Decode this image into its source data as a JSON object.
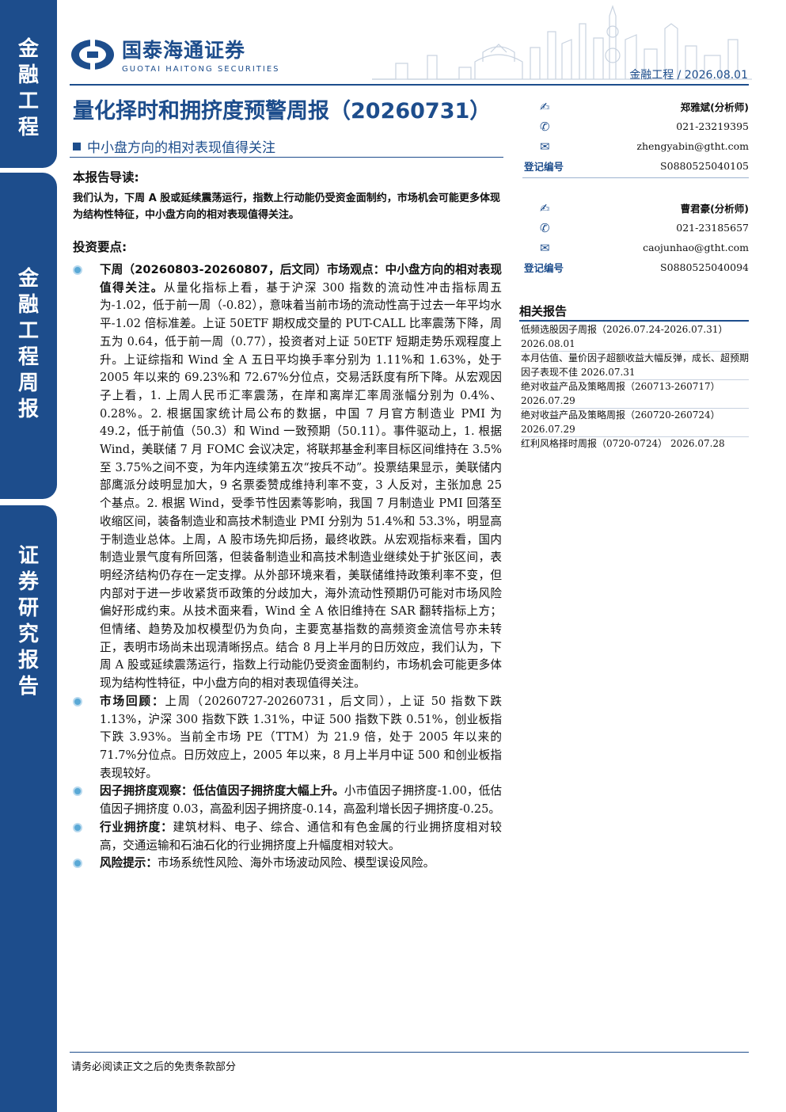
{
  "sidebar": {
    "segments": [
      {
        "chars": [
          "金",
          "融",
          "工",
          "程"
        ]
      },
      {
        "chars": [
          "金",
          "融",
          "工",
          "程",
          "周",
          "报"
        ]
      },
      {
        "chars": [
          "证",
          "券",
          "研",
          "究",
          "报",
          "告"
        ]
      }
    ]
  },
  "header": {
    "logo_cn": "国泰海通证券",
    "logo_en": "GUOTAI HAITONG SECURITIES",
    "meta": "金融工程 / 2026.08.01"
  },
  "title": "量化择时和拥挤度预警周报（20260731）",
  "subtitle": "中小盘方向的相对表现值得关注",
  "guide": {
    "heading": "本报告导读:",
    "text": "我们认为，下周 A 股或延续震荡运行，指数上行动能仍受资金面制约，市场机会可能更多体现为结构性特征，中小盘方向的相对表现值得关注。"
  },
  "points": {
    "heading": "投资要点:",
    "items": [
      {
        "bold": "下周（20260803-20260807，后文同）市场观点：中小盘方向的相对表现值得关注。",
        "text": "从量化指标上看，基于沪深 300 指数的流动性冲击指标周五为-1.02，低于前一周（-0.82），意味着当前市场的流动性高于过去一年平均水平-1.02 倍标准差。上证 50ETF 期权成交量的 PUT-CALL 比率震荡下降，周五为 0.64，低于前一周（0.77），投资者对上证 50ETF 短期走势乐观程度上升。上证综指和 Wind 全 A 五日平均换手率分别为 1.11%和 1.63%，处于 2005 年以来的 69.23%和 72.67%分位点，交易活跃度有所下降。从宏观因子上看，1. 上周人民币汇率震荡，在岸和离岸汇率周涨幅分别为 0.4%、0.28%。2. 根据国家统计局公布的数据，中国 7 月官方制造业 PMI 为 49.2，低于前值（50.3）和 Wind 一致预期（50.11）。事件驱动上，1. 根据 Wind，美联储 7 月 FOMC 会议决定，将联邦基金利率目标区间维持在 3.5%至 3.75%之间不变，为年内连续第五次“按兵不动”。投票结果显示，美联储内部鹰派分歧明显加大，9 名票委赞成维持利率不变，3 人反对，主张加息 25 个基点。2. 根据 Wind，受季节性因素等影响，我国 7 月制造业 PMI 回落至收缩区间，装备制造业和高技术制造业 PMI 分别为 51.4%和 53.3%，明显高于制造业总体。上周，A 股市场先抑后扬，最终收跌。从宏观指标来看，国内制造业景气度有所回落，但装备制造业和高技术制造业继续处于扩张区间，表明经济结构仍存在一定支撑。从外部环境来看，美联储维持政策利率不变，但内部对于进一步收紧货币政策的分歧加大，海外流动性预期仍可能对市场风险偏好形成约束。从技术面来看，Wind 全 A 依旧维持在 SAR 翻转指标上方；但情绪、趋势及加权模型仍为负向，主要宽基指数的高频资金流信号亦未转正，表明市场尚未出现清晰拐点。结合 8 月上半月的日历效应，我们认为，下周 A 股或延续震荡运行，指数上行动能仍受资金面制约，市场机会可能更多体现为结构性特征，中小盘方向的相对表现值得关注。"
      },
      {
        "bold": "市场回顾：",
        "text": "上周（20260727-20260731，后文同），上证 50 指数下跌 1.13%，沪深 300 指数下跌 1.31%，中证 500 指数下跌 0.51%，创业板指下跌 3.93%。当前全市场 PE（TTM）为 21.9 倍，处于 2005 年以来的 71.7%分位点。日历效应上，2005 年以来，8 月上半月中证 500 和创业板指表现较好。"
      },
      {
        "bold": "因子拥挤度观察：低估值因子拥挤度大幅上升。",
        "text": "小市值因子拥挤度-1.00，低估值因子拥挤度 0.03，高盈利因子拥挤度-0.14，高盈利增长因子拥挤度-0.25。"
      },
      {
        "bold": "行业拥挤度：",
        "text": "建筑材料、电子、综合、通信和有色金属的行业拥挤度相对较高，交通运输和石油石化的行业拥挤度上升幅度相对较大。"
      },
      {
        "bold": "风险提示：",
        "text": "市场系统性风险、海外市场波动风险、模型误设风险。"
      }
    ]
  },
  "analysts": [
    {
      "name": "郑雅斌(分析师)",
      "phone": "021-23219395",
      "email": "zhengyabin@gtht.com",
      "reg_label": "登记编号",
      "reg_no": "S0880525040105"
    },
    {
      "name": "曹君豪(分析师)",
      "phone": "021-23185657",
      "email": "caojunhao@gtht.com",
      "reg_label": "登记编号",
      "reg_no": "S0880525040094"
    }
  ],
  "related": {
    "heading": "相关报告",
    "items": [
      {
        "title": "低频选股因子周报（2026.07.24-2026.07.31）",
        "date": "2026.08.01"
      },
      {
        "title": "本月估值、量价因子超额收益大幅反弹，成长、超预期因子表现不佳",
        "date": "2026.07.31"
      },
      {
        "title": "绝对收益产品及策略周报（260713-260717）",
        "date": "2026.07.29"
      },
      {
        "title": "绝对收益产品及策略周报（260720-260724）",
        "date": "2026.07.29"
      },
      {
        "title": "红利风格择时周报（0720-0724）",
        "date": "2026.07.28"
      }
    ]
  },
  "footer": "请务必阅读正文之后的免责条款部分",
  "colors": {
    "brand": "#1d4d8c",
    "bullet": "#5aa9d6"
  },
  "icons": [
    "pen-icon",
    "phone-icon",
    "mail-icon",
    "logo-icon",
    "skyline-graphic"
  ]
}
